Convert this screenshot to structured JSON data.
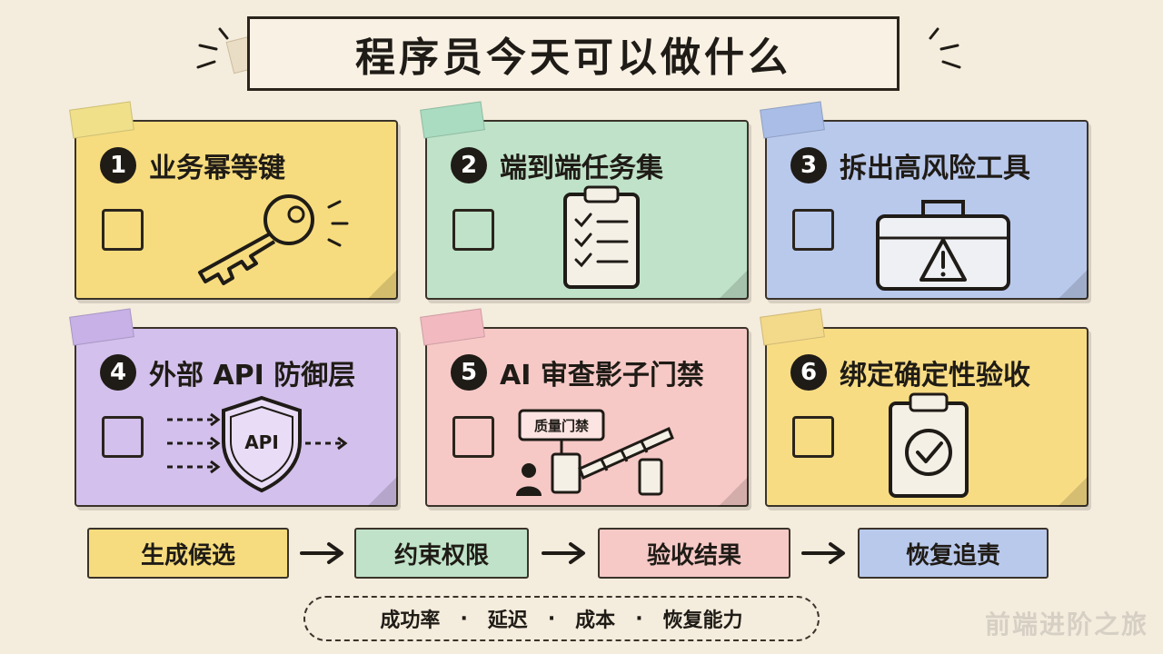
{
  "title": "程序员今天可以做什么",
  "cards": [
    {
      "num": "1",
      "label": "业务幂等键",
      "illustration": "key-icon",
      "color": "#f6dc7e",
      "tape": "#f0e08a"
    },
    {
      "num": "2",
      "label": "端到端任务集",
      "illustration": "clipboard-checklist-icon",
      "color": "#bfe2c8",
      "tape": "#a9dcc0"
    },
    {
      "num": "3",
      "label": "拆出高风险工具",
      "illustration": "toolbox-warning-icon",
      "color": "#b9c9ec",
      "tape": "#a9bde6"
    },
    {
      "num": "4",
      "label": "外部 API 防御层",
      "illustration": "api-shield-icon",
      "shield_text": "API",
      "color": "#d3c0ec",
      "tape": "#c7b1e6"
    },
    {
      "num": "5",
      "label": "AI 审查影子门禁",
      "illustration": "quality-gate-icon",
      "gate_sign": "质量门禁",
      "color": "#f6c9c6",
      "tape": "#f2b9c0"
    },
    {
      "num": "6",
      "label": "绑定确定性验收",
      "illustration": "clipboard-check-icon",
      "color": "#f8dc84",
      "tape": "#f3d98a"
    }
  ],
  "flow": [
    {
      "label": "生成候选",
      "color": "#f6dc7e"
    },
    {
      "label": "约束权限",
      "color": "#bfe2c8"
    },
    {
      "label": "验收结果",
      "color": "#f6c9c6"
    },
    {
      "label": "恢复追责",
      "color": "#b9c9ec"
    }
  ],
  "metrics": [
    "成功率",
    "·",
    "延迟",
    "·",
    "成本",
    "·",
    "恢复能力"
  ],
  "watermark": "前端进阶之旅"
}
